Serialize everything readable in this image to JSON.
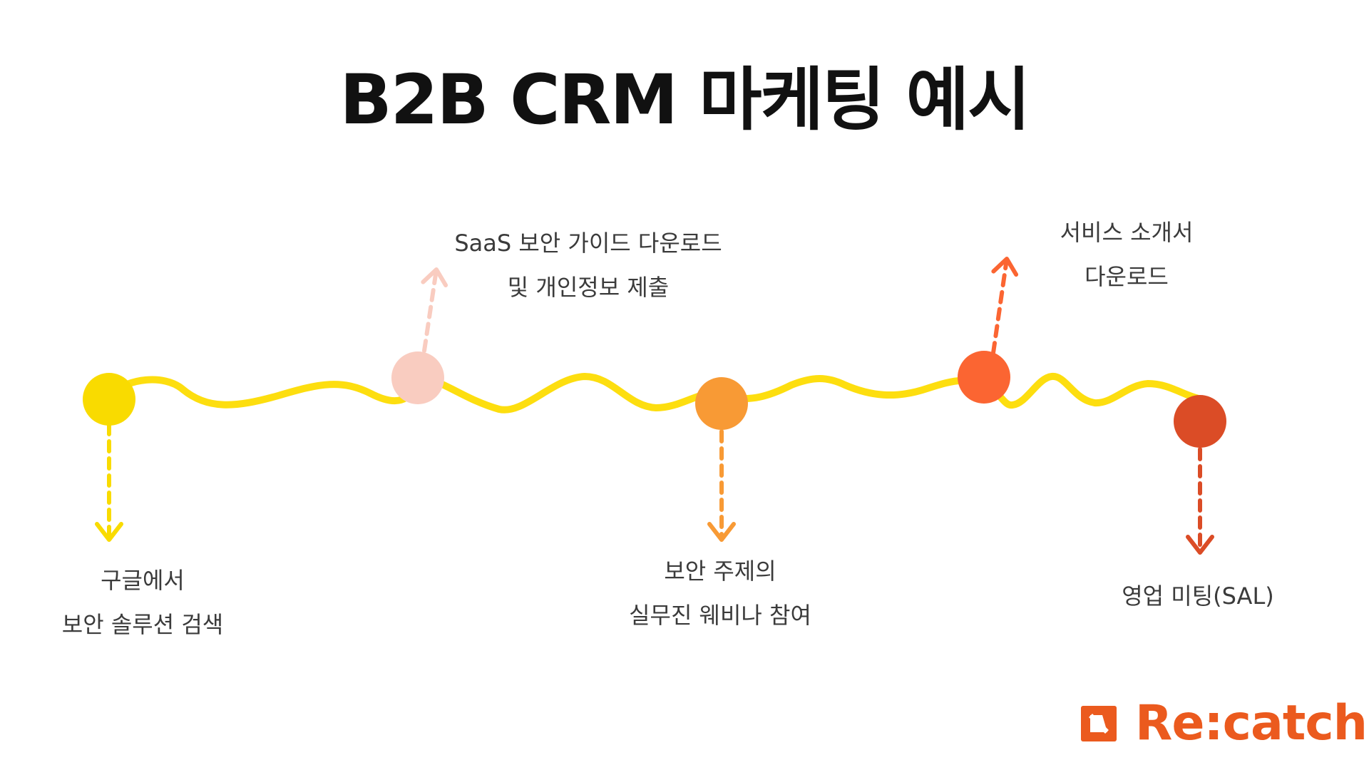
{
  "title": "B2B CRM 마케팅 예시",
  "steps": [
    {
      "lines": [
        "구글에서",
        "보안 솔루션 검색"
      ],
      "color": "#F9DB00",
      "arrow": "down"
    },
    {
      "lines": [
        "SaaS 보안 가이드 다운로드",
        "및 개인정보 제출"
      ],
      "color": "#F9CCC0",
      "arrow": "up"
    },
    {
      "lines": [
        "보안 주제의",
        "실무진 웨비나 참여"
      ],
      "color": "#F89A35",
      "arrow": "down"
    },
    {
      "lines": [
        "서비스 소개서",
        "다운로드"
      ],
      "color": "#FB6532",
      "arrow": "up"
    },
    {
      "lines": [
        "영업 미팅(SAL)"
      ],
      "color": "#DB4C26",
      "arrow": "down"
    }
  ],
  "colors": {
    "wave": "#FDDE0F",
    "text": "#3b3b3b",
    "brand": "#EB5A1E"
  },
  "brand": {
    "name": "Re:catch",
    "icon": "recatch-logo-icon"
  }
}
